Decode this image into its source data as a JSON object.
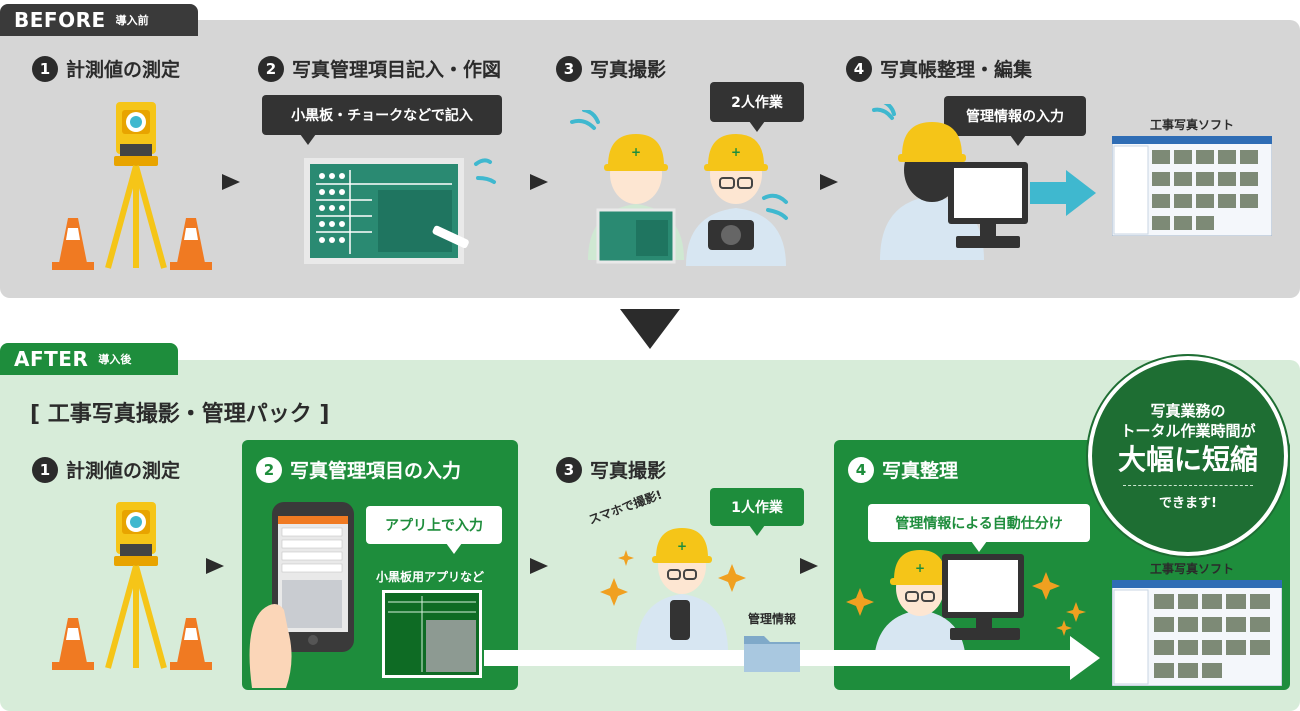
{
  "before": {
    "tab_label": "BEFORE",
    "tab_sub": "導入前",
    "steps": [
      {
        "num": "1",
        "title": "計測値の測定"
      },
      {
        "num": "2",
        "title": "写真管理項目記入・作図",
        "bubble": "小黒板・チョークなどで記入"
      },
      {
        "num": "3",
        "title": "写真撮影",
        "bubble": "2人作業"
      },
      {
        "num": "4",
        "title": "写真帳整理・編集",
        "bubble": "管理情報の入力",
        "software_label": "工事写真ソフト"
      }
    ]
  },
  "after": {
    "tab_label": "AFTER",
    "tab_sub": "導入後",
    "pack_title": "[ 工事写真撮影・管理パック ]",
    "steps": [
      {
        "num": "1",
        "title": "計測値の測定"
      },
      {
        "num": "2",
        "title": "写真管理項目の入力",
        "bubble": "アプリ上で入力",
        "caption": "小黒板用アプリなど"
      },
      {
        "num": "3",
        "title": "写真撮影",
        "bubble": "1人作業",
        "phone_caption": "スマホで撮影!",
        "folder_label": "管理情報"
      },
      {
        "num": "4",
        "title": "写真整理",
        "bubble": "管理情報による自動仕分け",
        "software_label": "工事写真ソフト"
      }
    ],
    "badge": {
      "line1": "写真業務の",
      "line2": "トータル作業時間が",
      "line3": "大幅に短縮",
      "line4": "できます!"
    }
  },
  "colors": {
    "before_bg": "#d6d6d6",
    "after_bg": "#d7ecd9",
    "accent_green": "#1e8d3c",
    "dark": "#2b2b2b",
    "helmet_yellow": "#f5c518",
    "cone_orange": "#f07a22",
    "arrow_cyan": "#3fb8cf"
  }
}
